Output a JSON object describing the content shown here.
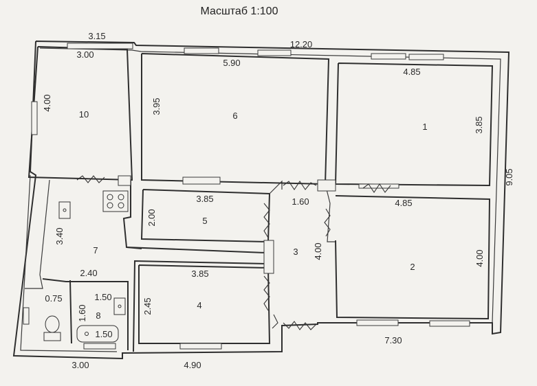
{
  "title": "Масштаб 1:100",
  "rooms": [
    {
      "id": "r10",
      "number": "10"
    },
    {
      "id": "r6",
      "number": "6"
    },
    {
      "id": "r1",
      "number": "1"
    },
    {
      "id": "r7",
      "number": "7"
    },
    {
      "id": "r5",
      "number": "5"
    },
    {
      "id": "r3",
      "number": "3"
    },
    {
      "id": "r2",
      "number": "2"
    },
    {
      "id": "r4",
      "number": "4"
    },
    {
      "id": "r8",
      "number": "8"
    }
  ],
  "dimensions": [
    {
      "id": "d-3-15",
      "text": "3.15"
    },
    {
      "id": "d-3-00-top",
      "text": "3.00"
    },
    {
      "id": "d-12-20",
      "text": "12.20"
    },
    {
      "id": "d-5-90",
      "text": "5.90"
    },
    {
      "id": "d-4-85-top",
      "text": "4.85"
    },
    {
      "id": "d-4-00-r10",
      "text": "4.00"
    },
    {
      "id": "d-3-95",
      "text": "3.95"
    },
    {
      "id": "d-3-85-r1",
      "text": "3.85"
    },
    {
      "id": "d-9-05",
      "text": "9.05"
    },
    {
      "id": "d-3-85-r5",
      "text": "3.85"
    },
    {
      "id": "d-1-60",
      "text": "1.60"
    },
    {
      "id": "d-4-85-r2",
      "text": "4.85"
    },
    {
      "id": "d-2-00",
      "text": "2.00"
    },
    {
      "id": "d-3-40",
      "text": "3.40"
    },
    {
      "id": "d-4-00-r3",
      "text": "4.00"
    },
    {
      "id": "d-4-00-r2",
      "text": "4.00"
    },
    {
      "id": "d-2-40",
      "text": "2.40"
    },
    {
      "id": "d-3-85-r4",
      "text": "3.85"
    },
    {
      "id": "d-0-75",
      "text": "0.75"
    },
    {
      "id": "d-1-50-a",
      "text": "1.50"
    },
    {
      "id": "d-1-60-b",
      "text": "1.60"
    },
    {
      "id": "d-2-45",
      "text": "2.45"
    },
    {
      "id": "d-1-50-b",
      "text": "1.50"
    },
    {
      "id": "d-7-30",
      "text": "7.30"
    },
    {
      "id": "d-3-00-bottom",
      "text": "3.00"
    },
    {
      "id": "d-4-90",
      "text": "4.90"
    }
  ],
  "colors": {
    "paper": "#f3f2ee",
    "ink": "#2e2e2e"
  }
}
